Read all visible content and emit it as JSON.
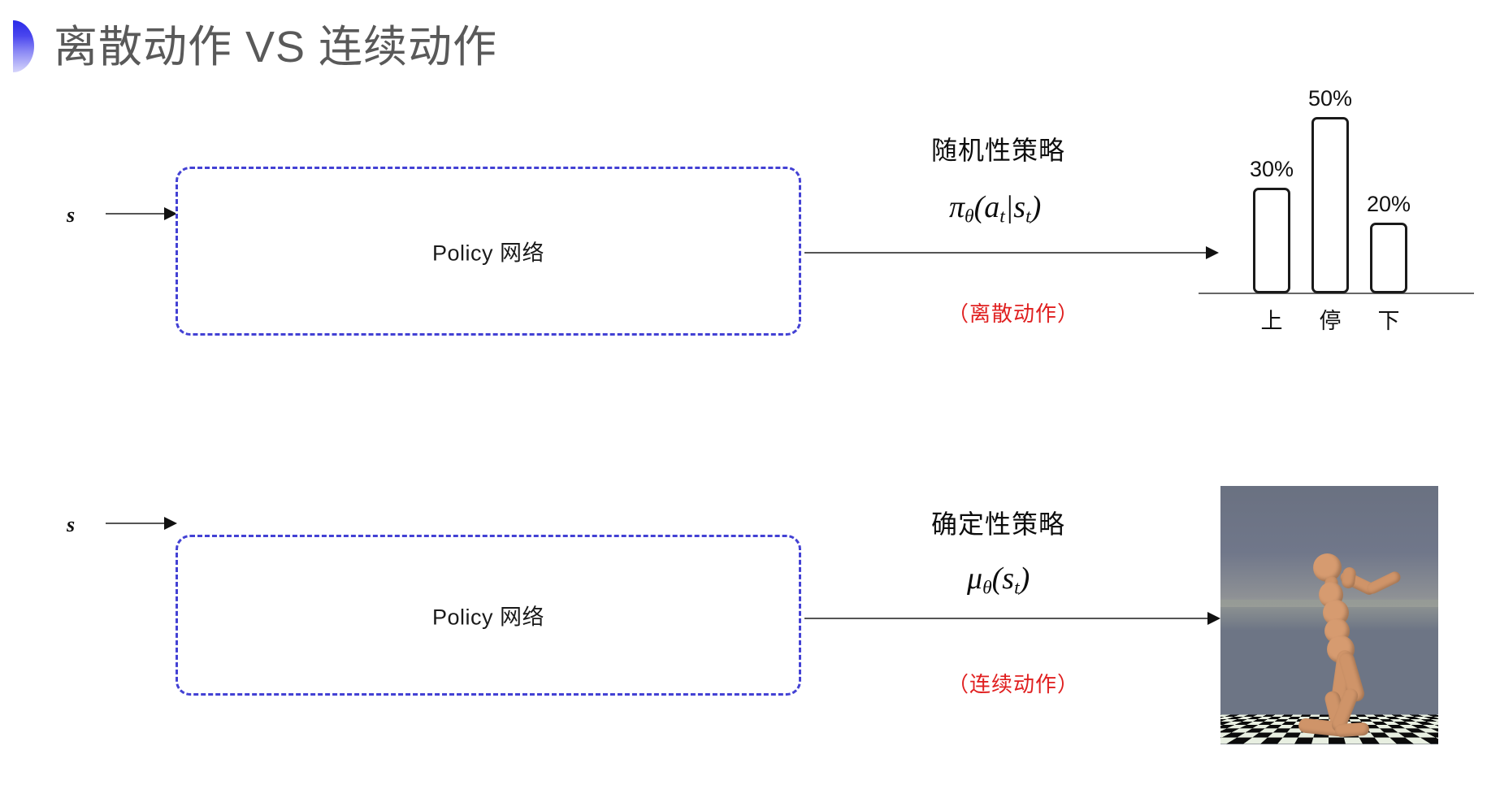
{
  "slide": {
    "title": "离散动作 VS 连续动作",
    "bullet_icon": "half-circle-bullet",
    "accent_color": "#3a38e0",
    "title_color": "#595959",
    "background": "#ffffff"
  },
  "rows": [
    {
      "id": "discrete",
      "state_label": "s",
      "box_label": "Policy 网络",
      "policy_name": "随机性策略",
      "formula_main": "π",
      "formula_sub": "θ",
      "formula_args": "(a",
      "formula_arg_sub1": "t",
      "formula_mid": "|s",
      "formula_arg_sub2": "t",
      "formula_close": ")",
      "action_type": "（离散动作）",
      "action_type_color": "#e02020",
      "output_kind": "bar-chart"
    },
    {
      "id": "continuous",
      "state_label": "s",
      "box_label": "Policy 网络",
      "policy_name": "确定性策略",
      "formula_main": "μ",
      "formula_sub": "θ",
      "formula_args": "(s",
      "formula_arg_sub1": "t",
      "formula_close": ")",
      "action_type": "（连续动作）",
      "action_type_color": "#e02020",
      "output_kind": "humanoid-simulation"
    }
  ],
  "chart_data": {
    "type": "bar",
    "title": "",
    "categories": [
      "上",
      "停",
      "下"
    ],
    "values": [
      30,
      50,
      20
    ],
    "value_labels": [
      "30%",
      "50%",
      "20%"
    ],
    "xlabel": "",
    "ylabel": "",
    "ylim": [
      0,
      60
    ],
    "grid": false,
    "legend": "none",
    "bar_fill": "#ffffff",
    "bar_stroke": "#1a1a1a",
    "axis_color": "#666666"
  },
  "humanoid": {
    "caption": "",
    "sky_color": "#6d7585",
    "floor_light": "#e8efe1",
    "floor_dark": "#0b0b0b",
    "body_color": "#cf9469"
  }
}
